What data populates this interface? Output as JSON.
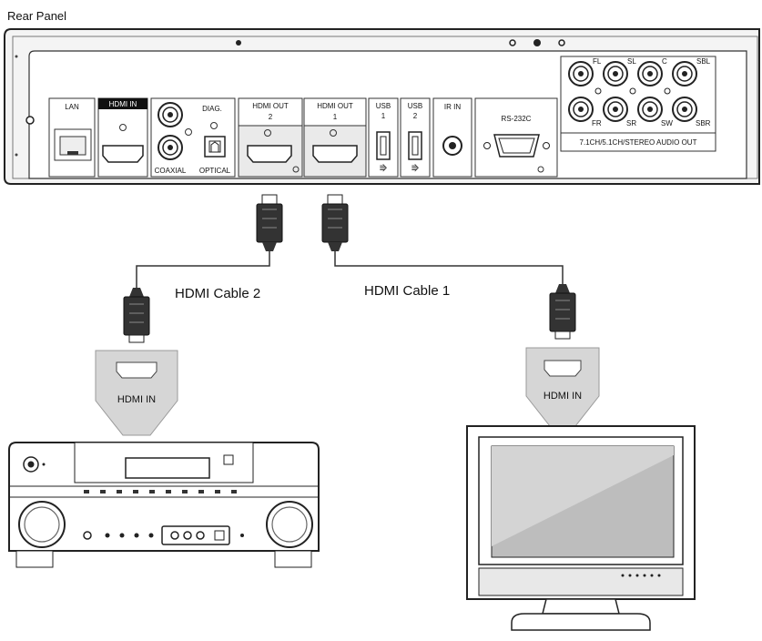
{
  "title": "Rear Panel",
  "ports": {
    "lan": "LAN",
    "hdmi_in": "HDMI IN",
    "diag": "DIAG.",
    "coaxial": "COAXIAL",
    "optical": "OPTICAL",
    "hdmi_out_2": [
      "HDMI OUT",
      "2"
    ],
    "hdmi_out_1": [
      "HDMI OUT",
      "1"
    ],
    "usb_1": [
      "USB",
      "1"
    ],
    "usb_2": [
      "USB",
      "2"
    ],
    "ir_in": "IR IN",
    "rs232c": "RS-232C",
    "audio_channels": [
      "FL",
      "SL",
      "C",
      "SBL",
      "FR",
      "SR",
      "SW",
      "SBR"
    ],
    "audio_out": "7.1CH/5.1CH/STEREO AUDIO OUT"
  },
  "cables": {
    "cable_2": "HDMI Cable 2",
    "cable_1": "HDMI Cable 1"
  },
  "sinks": {
    "receiver_input": "HDMI IN",
    "tv_input": "HDMI IN"
  }
}
